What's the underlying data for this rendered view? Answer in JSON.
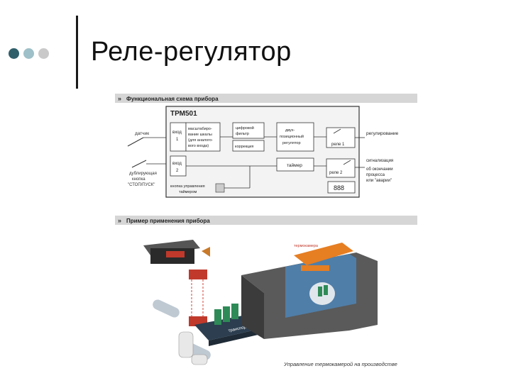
{
  "slide": {
    "title": "Реле-регулятор",
    "bullet_colors": [
      "#2f5f6b",
      "#9ec0c8",
      "#c9c9c9"
    ]
  },
  "figure": {
    "section1_title": "Функциональная схема прибора",
    "section2_title": "Пример применения прибора",
    "device_name": "ТРМ501",
    "left_labels": {
      "sensor": "датчик",
      "button_lines": [
        "дублирующая",
        "кнопка",
        "\"СТОП/ПУСК\""
      ]
    },
    "blocks": {
      "input1_lines": [
        "вход",
        "1"
      ],
      "input2_lines": [
        "вход",
        "2"
      ],
      "scale_lines": [
        "масштабиро-",
        "вание шкалы",
        "(для аналого-",
        "вого входа)"
      ],
      "filter_lines": [
        "цифровой",
        "фильтр"
      ],
      "correction": "коррекция",
      "regulator_lines": [
        "двух-",
        "позиционный",
        "регулятор"
      ],
      "timer": "таймер",
      "relay1": "реле 1",
      "relay2": "реле 2",
      "display": "888",
      "key_lines": [
        "кнопка управления",
        "таймером"
      ]
    },
    "right_labels": {
      "regulation": "регулирование",
      "signal_lines": [
        "сигнализация",
        "об окончании",
        "процесса",
        "или \"аварии\""
      ]
    },
    "scene": {
      "oven_label": "термокамера",
      "conveyor_label": "транспортер",
      "caption": "Управление термокамерой на производстве"
    }
  }
}
